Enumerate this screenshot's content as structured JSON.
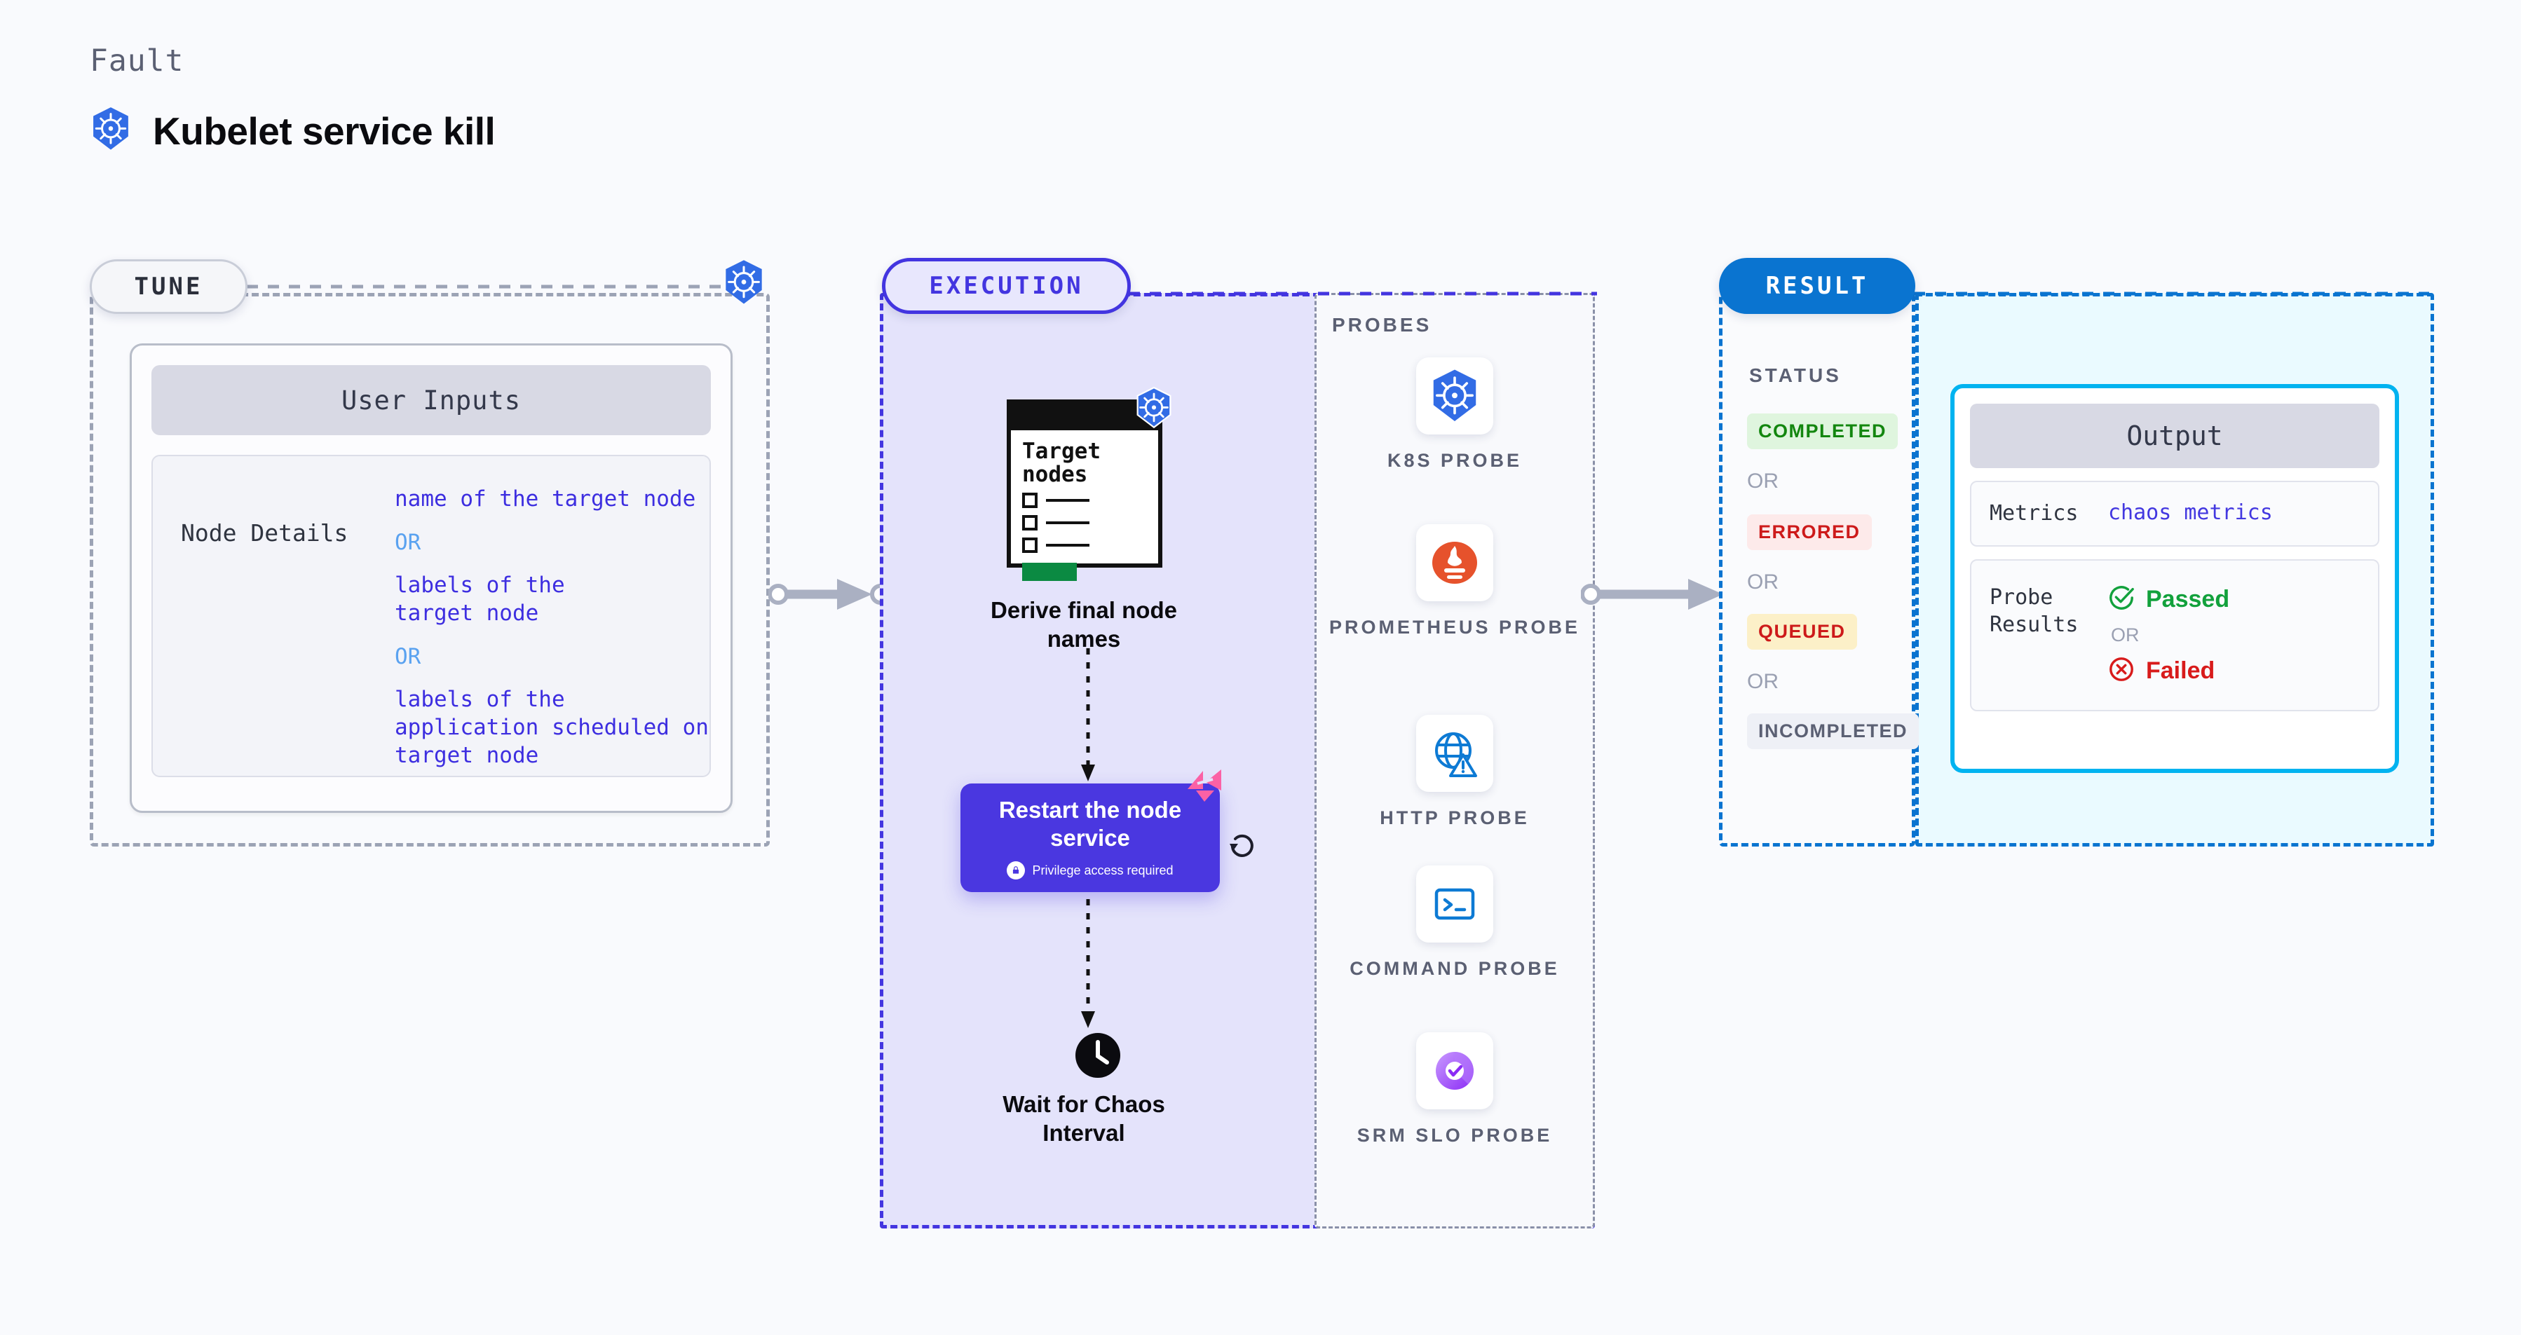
{
  "header": {
    "kicker": "Fault",
    "title": "Kubelet service kill",
    "icon": "kubernetes-icon"
  },
  "tune": {
    "pill_label": "TUNE",
    "badge_icon": "kubernetes-icon",
    "card_title": "User Inputs",
    "rows": [
      {
        "key": "Node Details",
        "values": [
          {
            "text": "name of the target node",
            "type": "value"
          },
          {
            "text": "OR",
            "type": "or"
          },
          {
            "text": "labels of the target node",
            "type": "value"
          },
          {
            "text": "OR",
            "type": "or"
          },
          {
            "text": "labels of the application scheduled on target node",
            "type": "value"
          }
        ]
      }
    ]
  },
  "execution": {
    "pill_label": "EXECUTION",
    "steps": [
      {
        "id": "derive-final-node-names",
        "label": "Derive final node names",
        "card_title": "Target nodes",
        "card_badge_icon": "kubernetes-icon",
        "checklist_rows": 3
      },
      {
        "id": "restart-the-node-service",
        "label": "Restart the node service",
        "sub_label": "Privilege access required",
        "sub_icon": "lock-icon",
        "badge_icon": "chaos-badge-icon",
        "loop_icon": "refresh-loop-icon"
      },
      {
        "id": "wait-for-chaos-interval",
        "label": "Wait for Chaos Interval",
        "icon": "clock-icon"
      }
    ]
  },
  "probes": {
    "section_label": "PROBES",
    "items": [
      {
        "label": "K8S PROBE",
        "icon": "kubernetes-icon"
      },
      {
        "label": "PROMETHEUS PROBE",
        "icon": "prometheus-icon"
      },
      {
        "label": "HTTP PROBE",
        "icon": "http-globe-warning-icon"
      },
      {
        "label": "COMMAND PROBE",
        "icon": "terminal-icon"
      },
      {
        "label": "SRM SLO PROBE",
        "icon": "srm-slo-donut-icon"
      }
    ]
  },
  "result": {
    "pill_label": "RESULT",
    "status_label": "STATUS",
    "or_label": "OR",
    "statuses": [
      {
        "label": "COMPLETED",
        "bg": "#dff5de",
        "fg": "#13860f"
      },
      {
        "label": "ERRORED",
        "bg": "#fdeaea",
        "fg": "#cd1a1a"
      },
      {
        "label": "QUEUED",
        "bg": "#fcf0c8",
        "fg": "#cd1a1a"
      },
      {
        "label": "INCOMPLETED",
        "bg": "#eef0f6",
        "fg": "#5b6073"
      }
    ],
    "output": {
      "title": "Output",
      "metrics_key": "Metrics",
      "metrics_value": "chaos metrics",
      "probe_results_key": "Probe Results",
      "passed_label": "Passed",
      "passed_icon": "check-circle-icon",
      "or_label": "OR",
      "failed_label": "Failed",
      "failed_icon": "x-circle-icon"
    }
  },
  "colors": {
    "background": "#f9fafd",
    "execution_accent": "#4335e0",
    "execution_fill": "#e4e3fb",
    "result_accent": "#0a74d0",
    "result_fill": "#eafaff",
    "output_border": "#00b3f0",
    "tune_border": "#9ca3b5",
    "kubernetes_blue": "#326ce5",
    "prometheus_orange": "#e6522c",
    "chaos_pink": "#fb61a5"
  }
}
